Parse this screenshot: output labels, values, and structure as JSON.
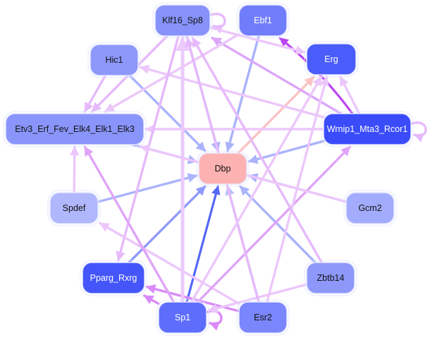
{
  "diagram": {
    "type": "directed-network",
    "nodes": [
      {
        "id": "Klf16_Sp8",
        "label": "Klf16_Sp8",
        "fill": "#8793fb",
        "text": "#111111"
      },
      {
        "id": "Ebf1",
        "label": "Ebf1",
        "fill": "#707dfb",
        "text": "#ffffff"
      },
      {
        "id": "Erg",
        "label": "Erg",
        "fill": "#4a5cfa",
        "text": "#ffffff"
      },
      {
        "id": "Hic1",
        "label": "Hic1",
        "fill": "#8e98fb",
        "text": "#111111"
      },
      {
        "id": "Etv3",
        "label": "Etv3_Erf_Fev_Elk4_Elk1_Elk3",
        "fill": "#8a95fb",
        "text": "#111111"
      },
      {
        "id": "Wrnip1",
        "label": "Wrnip1_Mta3_Rcor1",
        "fill": "#3a4cfa",
        "text": "#ffffff"
      },
      {
        "id": "Dbp",
        "label": "Dbp",
        "fill": "#fdb2b2",
        "text": "#111111"
      },
      {
        "id": "Spdef",
        "label": "Spdef",
        "fill": "#b0b7fc",
        "text": "#111111"
      },
      {
        "id": "Gcm2",
        "label": "Gcm2",
        "fill": "#a3acfc",
        "text": "#111111"
      },
      {
        "id": "Pparg_Rxrg",
        "label": "Pparg_Rxrg",
        "fill": "#4456fa",
        "text": "#ffffff"
      },
      {
        "id": "Zbtb14",
        "label": "Zbtb14",
        "fill": "#8e98fb",
        "text": "#111111"
      },
      {
        "id": "Sp1",
        "label": "Sp1",
        "fill": "#5e6dfb",
        "text": "#ffffff"
      },
      {
        "id": "Esr2",
        "label": "Esr2",
        "fill": "#7a86fb",
        "text": "#111111"
      }
    ],
    "edges": [
      {
        "from": "Klf16_Sp8",
        "to": "Dbp",
        "color": "#aab3fb"
      },
      {
        "from": "Ebf1",
        "to": "Dbp",
        "color": "#aab3fb"
      },
      {
        "from": "Hic1",
        "to": "Dbp",
        "color": "#aab3fb"
      },
      {
        "from": "Etv3",
        "to": "Dbp",
        "color": "#aab3fb"
      },
      {
        "from": "Wrnip1",
        "to": "Dbp",
        "color": "#aab3fb"
      },
      {
        "from": "Spdef",
        "to": "Dbp",
        "color": "#aab3fb"
      },
      {
        "from": "Gcm2",
        "to": "Dbp",
        "color": "#aab3fb"
      },
      {
        "from": "Pparg_Rxrg",
        "to": "Dbp",
        "color": "#8f9bfb"
      },
      {
        "from": "Zbtb14",
        "to": "Dbp",
        "color": "#aab3fb"
      },
      {
        "from": "Sp1",
        "to": "Dbp",
        "color": "#5567f8"
      },
      {
        "from": "Esr2",
        "to": "Dbp",
        "color": "#b8bffc"
      },
      {
        "from": "Dbp",
        "to": "Erg",
        "color": "#fbc3c3"
      },
      {
        "from": "Klf16_Sp8",
        "to": "Klf16_Sp8",
        "color": "#e6b9fb"
      },
      {
        "from": "Sp1",
        "to": "Sp1",
        "color": "#d98af8"
      },
      {
        "from": "Wrnip1",
        "to": "Wrnip1",
        "color": "#e6b9fb"
      },
      {
        "from": "Wrnip1",
        "to": "Ebf1",
        "color": "#bb44f0"
      },
      {
        "from": "Wrnip1",
        "to": "Klf16_Sp8",
        "color": "#dba6f8"
      },
      {
        "from": "Klf16_Sp8",
        "to": "Erg",
        "color": "#ecc7fb"
      },
      {
        "from": "Wrnip1",
        "to": "Erg",
        "color": "#ecc7fb"
      },
      {
        "from": "Wrnip1",
        "to": "Etv3",
        "color": "#ecc7fb"
      },
      {
        "from": "Wrnip1",
        "to": "Hic1",
        "color": "#ecc7fb"
      },
      {
        "from": "Hic1",
        "to": "Etv3",
        "color": "#e6b9fb"
      },
      {
        "from": "Klf16_Sp8",
        "to": "Etv3",
        "color": "#e6b9fb"
      },
      {
        "from": "Ebf1",
        "to": "Etv3",
        "color": "#ecc7fb"
      },
      {
        "from": "Klf16_Sp8",
        "to": "Pparg_Rxrg",
        "color": "#e6b9fb"
      },
      {
        "from": "Esr2",
        "to": "Pparg_Rxrg",
        "color": "#d98af8"
      },
      {
        "from": "Sp1",
        "to": "Pparg_Rxrg",
        "color": "#d98af8"
      },
      {
        "from": "Esr2",
        "to": "Spdef",
        "color": "#ecc7fb"
      },
      {
        "from": "Sp1",
        "to": "Etv3",
        "color": "#dfa4f8"
      },
      {
        "from": "Sp1",
        "to": "Klf16_Sp8",
        "color": "#eccafb"
      },
      {
        "from": "Sp1",
        "to": "Wrnip1",
        "color": "#dfa4f8"
      },
      {
        "from": "Zbtb14",
        "to": "Sp1",
        "color": "#ecc7fb"
      },
      {
        "from": "Esr2",
        "to": "Erg",
        "color": "#ecc7fb"
      },
      {
        "from": "Esr2",
        "to": "Klf16_Sp8",
        "color": "#e6b9fb"
      },
      {
        "from": "Zbtb14",
        "to": "Klf16_Sp8",
        "color": "#e6b9fb"
      },
      {
        "from": "Gcm2",
        "to": "Etv3",
        "color": "#ecc7fb"
      },
      {
        "from": "Spdef",
        "to": "Etv3",
        "color": "#ecc7fb"
      },
      {
        "from": "Sp1",
        "to": "Erg",
        "color": "#ecc7fb"
      }
    ]
  }
}
